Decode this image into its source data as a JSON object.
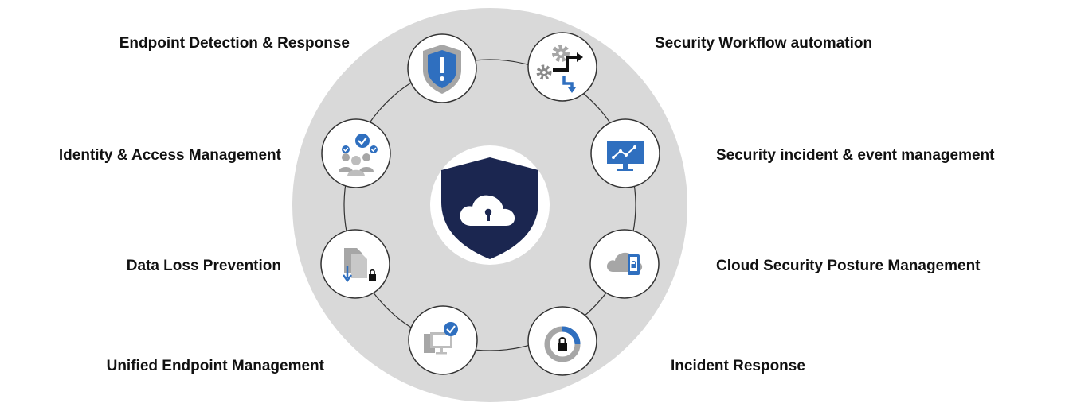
{
  "capabilities": {
    "endpoint_detection": "Endpoint Detection & Response",
    "identity_access": "Identity & Access Management",
    "data_loss": "Data Loss Prevention",
    "unified_endpoint": "Unified Endpoint Management",
    "workflow_automation": "Security Workflow automation",
    "siem": "Security incident & event management",
    "cspm": "Cloud Security Posture Management",
    "incident_response": "Incident Response"
  },
  "colors": {
    "ring_background": "#d9d9d9",
    "node_fill": "#ffffff",
    "node_stroke": "#333333",
    "accent_blue": "#2f6fbf",
    "navy_shield": "#1b2650",
    "icon_gray": "#a6a6a6",
    "label_text": "#111111"
  },
  "icons": {
    "center": "cloud-lock-shield-icon",
    "endpoint_detection": "alert-shield-icon",
    "identity_access": "verified-users-icon",
    "data_loss": "document-lock-icon",
    "unified_endpoint": "managed-devices-icon",
    "workflow_automation": "gear-workflow-icon",
    "siem": "monitor-chart-icon",
    "cspm": "cloud-phone-lock-icon",
    "incident_response": "lock-progress-icon"
  },
  "incident_response_progress": 0.25
}
